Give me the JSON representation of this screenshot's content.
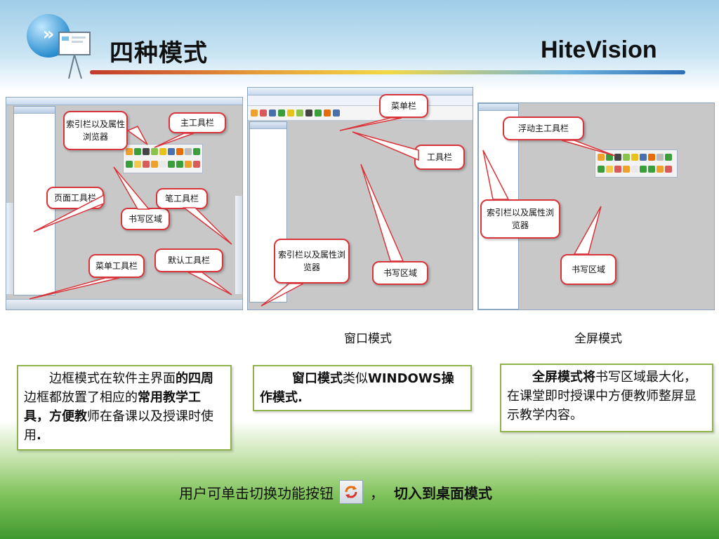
{
  "header": {
    "title": "四种模式",
    "brand": "HiteVision",
    "bubble_glyph": "»"
  },
  "panels": {
    "border": {
      "callouts": [
        "索引栏以及属性浏览器",
        "主工具栏",
        "页面工具栏",
        "书写区域",
        "笔工具栏",
        "菜单工具栏",
        "默认工具栏"
      ]
    },
    "window": {
      "caption": "窗口模式",
      "callouts": [
        "菜单栏",
        "工具栏",
        "索引栏以及属性浏览器",
        "书写区域"
      ]
    },
    "fullscreen": {
      "caption": "全屏模式",
      "callouts": [
        "浮动主工具栏",
        "索引栏以及属性浏览器",
        "书写区域"
      ]
    }
  },
  "descriptions": {
    "border": {
      "p1": "边框模式在软件主界面",
      "b1": "的四周",
      "p2": "边框都放置了相应的",
      "b2": "常用教学工具，方便教",
      "p3": "师在",
      "p4": "备课以及授课时使用",
      "b3": "."
    },
    "window": {
      "b1": "窗口模式",
      "p1": "类似",
      "b2": "WINDOWS操作模式."
    },
    "fullscreen": {
      "b1": "全屏模式将",
      "p1": "书写区域最大化，在课堂即时授课中方便教师整屏显示教学内容。"
    }
  },
  "footer": {
    "pre": "用户可单击切换功能按钮",
    "mid": "，",
    "b1": "切入到",
    "b2": "桌面模式"
  },
  "icons": [
    "speech-bubble-logo-icon",
    "whiteboard-icon",
    "toolbar-tool-icon",
    "switch-mode-icon"
  ],
  "colors": {
    "callout_border": "#d8343a",
    "desc_border": "#8fb34a",
    "brand": "#111111"
  }
}
